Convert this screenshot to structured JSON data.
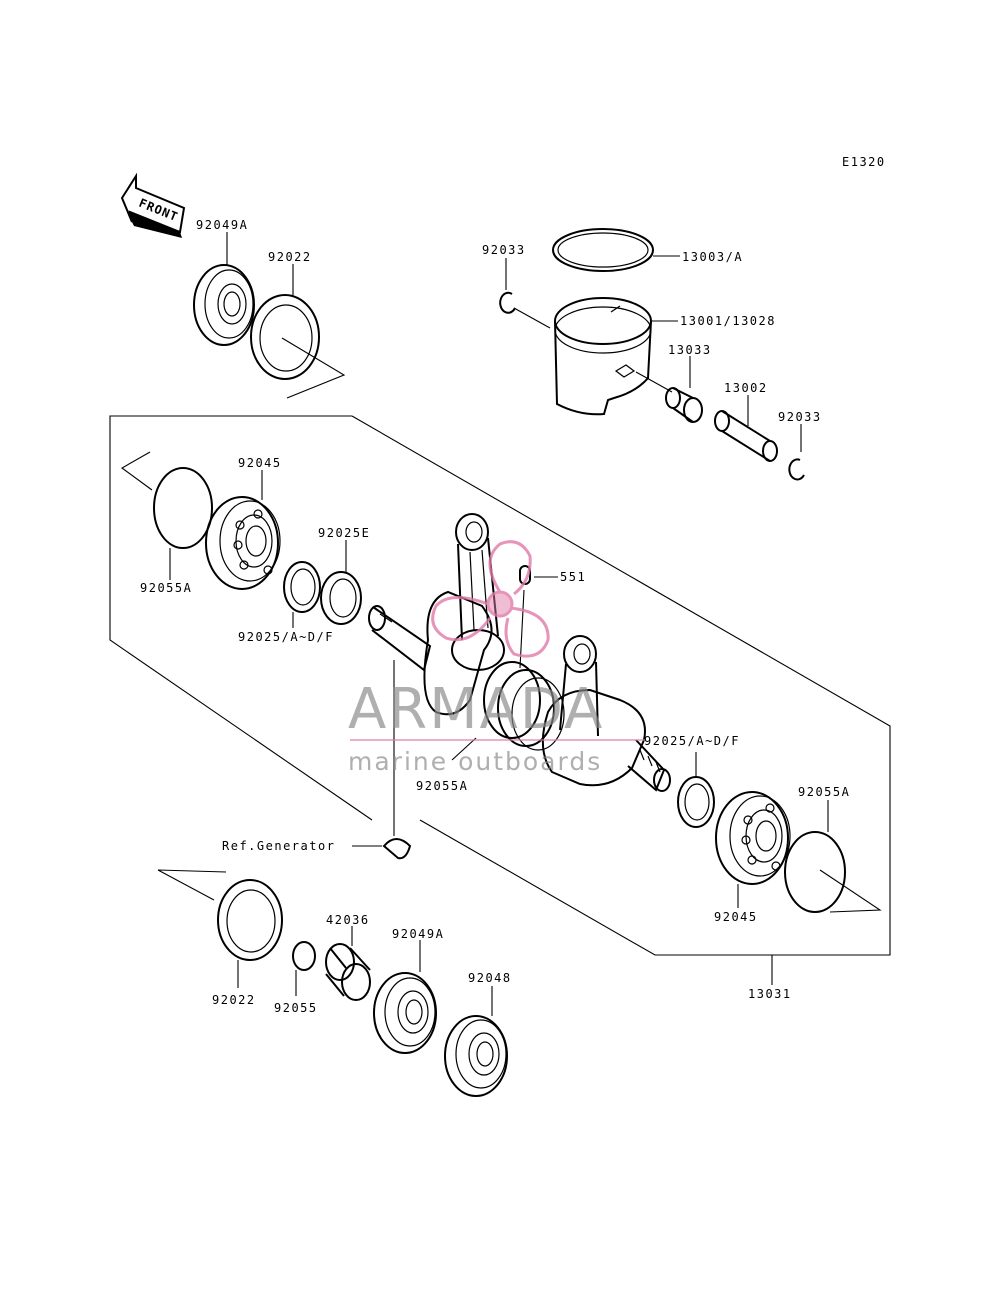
{
  "diagram_code": "E1320",
  "front_label": "FRONT",
  "watermark": {
    "brand": "ARMADA",
    "tagline": "marine outboards",
    "logo_color": "#e07aa8",
    "text_color": "#8a8a8a"
  },
  "callouts": {
    "p92049a_top": "92049A",
    "p92022_top": "92022",
    "p92033_left": "92033",
    "p13003": "13003/A",
    "p13001": "13001/13028",
    "p13033": "13033",
    "p13002": "13002",
    "p92033_right": "92033",
    "p92045_left": "92045",
    "p92025e": "92025E",
    "p551": "551",
    "p92055a_left": "92055A",
    "p92025_left": "92025/A~D/F",
    "p92025_right": "92025/A~D/F",
    "p92055a_center": "92055A",
    "p92055a_right": "92055A",
    "p92045_right": "92045",
    "ref_generator": "Ref.Generator",
    "p42036": "42036",
    "p92049a_bottom": "92049A",
    "p92048": "92048",
    "p92022_bottom": "92022",
    "p92055": "92055",
    "p13031": "13031"
  }
}
